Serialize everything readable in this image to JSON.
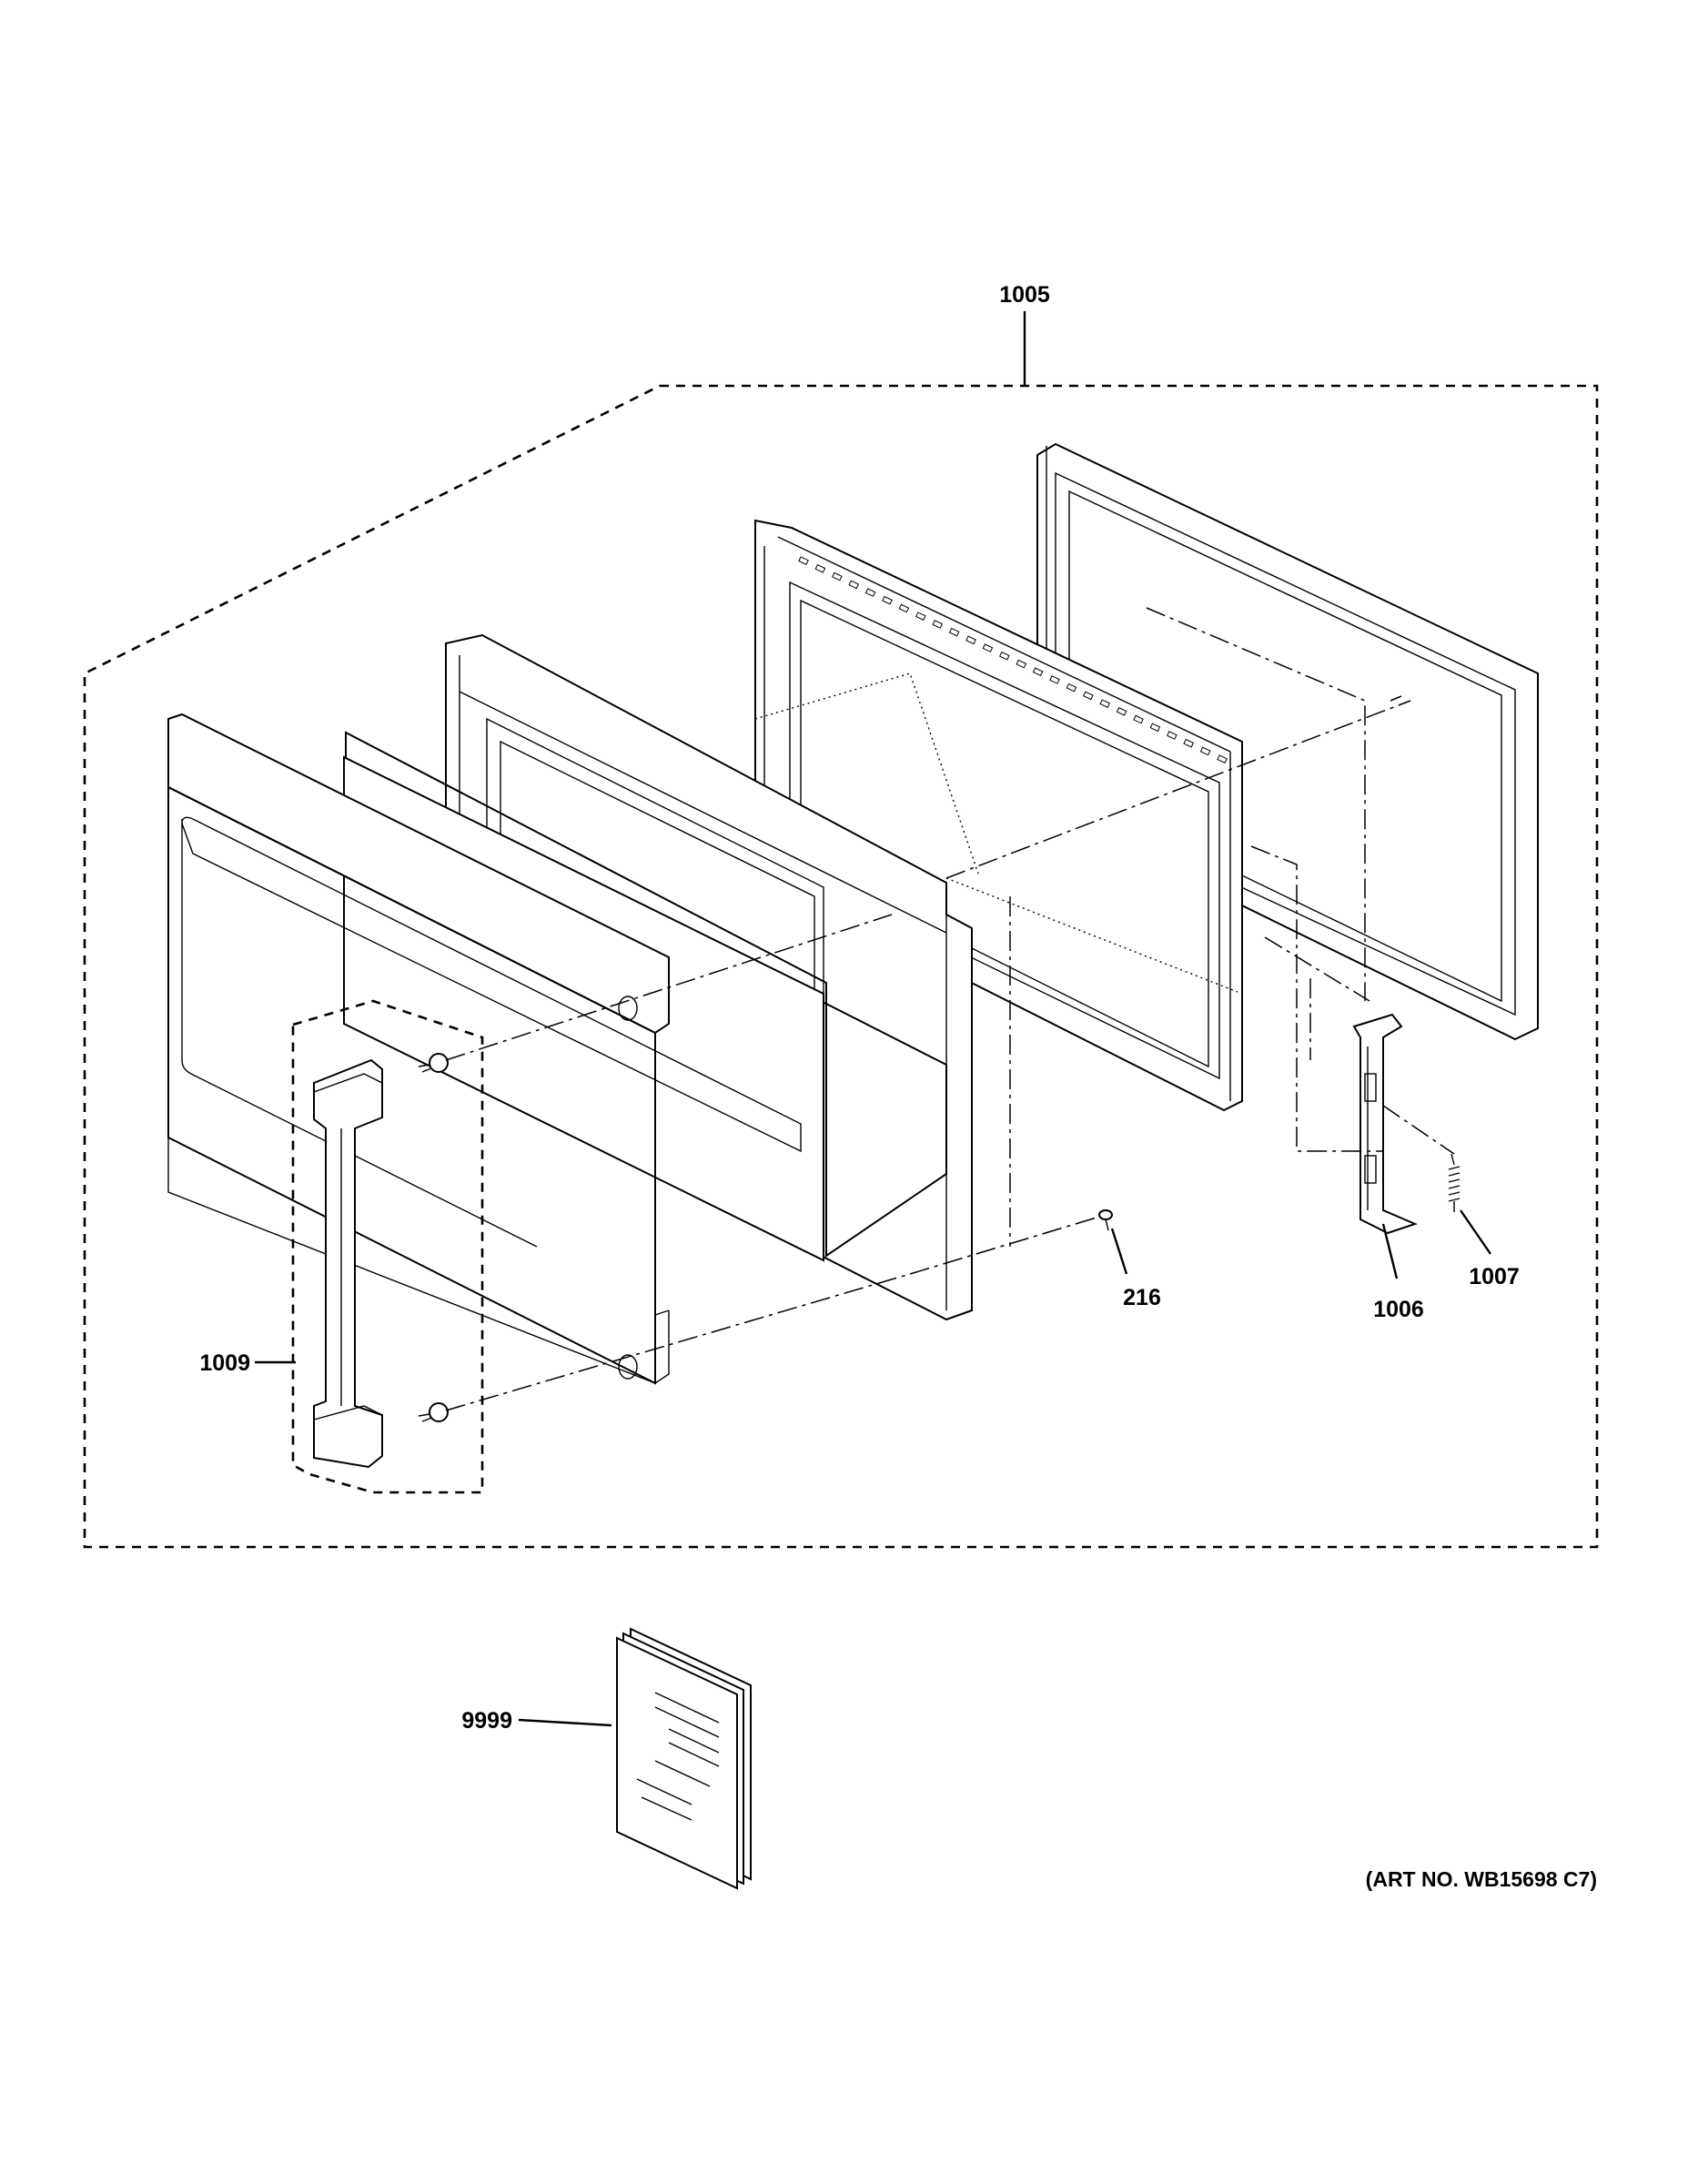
{
  "diagram": {
    "callouts": {
      "door_assembly": "1005",
      "screw": "216",
      "latch": "1006",
      "spring": "1007",
      "handle_assembly": "1009",
      "manual": "9999"
    },
    "art_number": "(ART NO. WB15698 C7)"
  }
}
